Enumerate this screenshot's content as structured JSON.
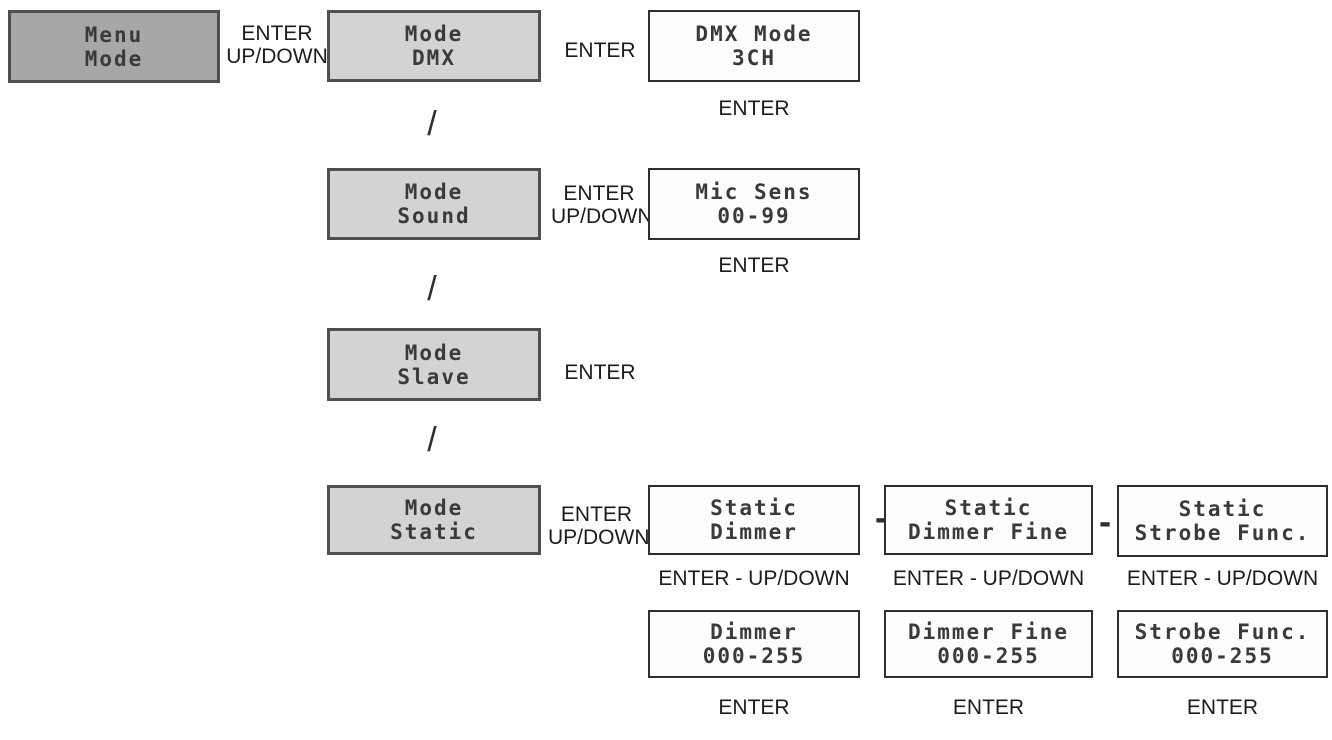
{
  "colors": {
    "root_box_fill": "#a7a7a7",
    "root_box_border": "#4f4f4f",
    "mode_box_fill": "#d3d3d3",
    "mode_box_border": "#4f4f4f",
    "screen_box_fill": "#fdfdfd",
    "screen_box_border": "#2f2f2f",
    "lcd_text": "#3a3a3a",
    "label_text": "#1c1c1c"
  },
  "labels": {
    "enter": "ENTER",
    "up_down": "UP/DOWN",
    "enter_up_down": "ENTER - UP/DOWN",
    "branch_separator": "/",
    "link_dash": "-"
  },
  "boxes": {
    "root": {
      "line1": "Menu",
      "line2": "Mode"
    },
    "mode_dmx": {
      "line1": "Mode",
      "line2": "DMX"
    },
    "dmx_mode": {
      "line1": "DMX Mode",
      "line2": "3CH"
    },
    "mode_sound": {
      "line1": "Mode",
      "line2": "Sound"
    },
    "mic_sens": {
      "line1": "Mic Sens",
      "line2": "00-99"
    },
    "mode_slave": {
      "line1": "Mode",
      "line2": "Slave"
    },
    "mode_static": {
      "line1": "Mode",
      "line2": "Static"
    },
    "static_dimmer": {
      "line1": "Static",
      "line2": "Dimmer"
    },
    "static_dimmer_fine": {
      "line1": "Static",
      "line2": "Dimmer Fine"
    },
    "static_strobe": {
      "line1": "Static",
      "line2": "Strobe Func."
    },
    "dimmer_value": {
      "line1": "Dimmer",
      "line2": "000-255"
    },
    "dimmer_fine_value": {
      "line1": "Dimmer Fine",
      "line2": "000-255"
    },
    "strobe_value": {
      "line1": "Strobe Func.",
      "line2": "000-255"
    }
  }
}
